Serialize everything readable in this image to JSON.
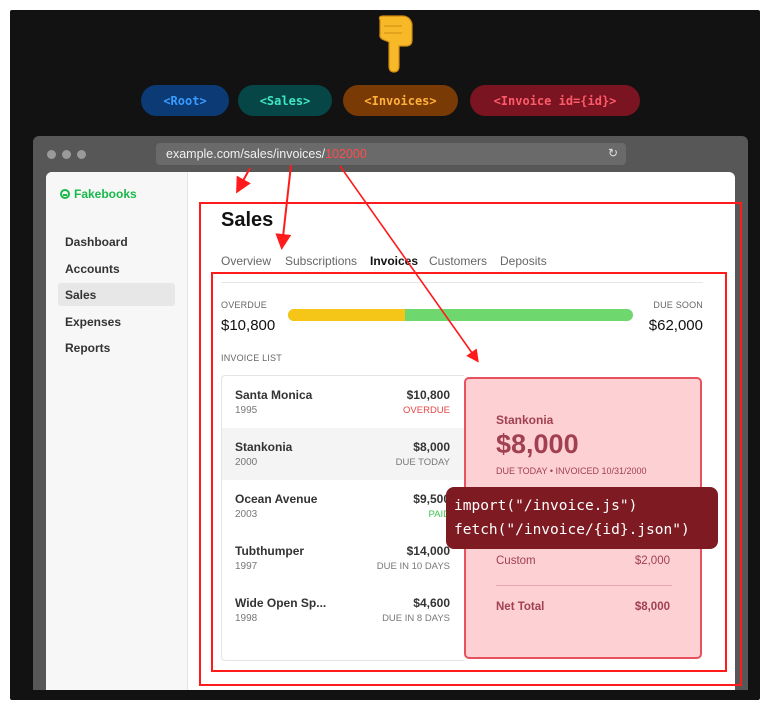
{
  "pills": {
    "root": "<Root>",
    "sales": "<Sales>",
    "invoices": "<Invoices>",
    "invoice": "<Invoice id={id}>"
  },
  "browser": {
    "url_base": "example.com/sales/invoices/",
    "url_id": "102000",
    "reload_icon": "↻"
  },
  "sidebar": {
    "brand": "Fakebooks",
    "items": [
      {
        "label": "Dashboard"
      },
      {
        "label": "Accounts"
      },
      {
        "label": "Sales"
      },
      {
        "label": "Expenses"
      },
      {
        "label": "Reports"
      }
    ],
    "active": "Sales"
  },
  "sales": {
    "title": "Sales",
    "tabs": [
      {
        "label": "Overview"
      },
      {
        "label": "Subscriptions"
      },
      {
        "label": "Invoices"
      },
      {
        "label": "Customers"
      },
      {
        "label": "Deposits"
      }
    ],
    "active_tab": "Invoices"
  },
  "summary": {
    "overdue_label": "OVERDUE",
    "overdue_amount": "$10,800",
    "due_soon_label": "DUE SOON",
    "due_soon_amount": "$62,000",
    "overdue_fraction": 0.34,
    "list_label": "INVOICE LIST"
  },
  "invoices": [
    {
      "name": "Santa Monica",
      "year": "1995",
      "amount": "$10,800",
      "status": "OVERDUE"
    },
    {
      "name": "Stankonia",
      "year": "2000",
      "amount": "$8,000",
      "status": "DUE TODAY"
    },
    {
      "name": "Ocean Avenue",
      "year": "2003",
      "amount": "$9,500",
      "status": "PAID"
    },
    {
      "name": "Tubthumper",
      "year": "1997",
      "amount": "$14,000",
      "status": "DUE IN 10 DAYS"
    },
    {
      "name": "Wide Open Sp...",
      "year": "1998",
      "amount": "$4,600",
      "status": "DUE IN 8 DAYS"
    }
  ],
  "detail": {
    "company": "Stankonia",
    "total": "$8,000",
    "subtitle": "DUE TODAY • INVOICED 10/31/2000",
    "line_label": "Custom",
    "line_value": "$2,000",
    "net_label": "Net Total",
    "net_value": "$8,000"
  },
  "callout": {
    "line1": "import(\"/invoice.js\")",
    "line2": "fetch(\"/invoice/{id}.json\")"
  },
  "colors": {
    "highlight": "#ff1b1b",
    "overdue_bar": "#f5c518",
    "due_soon_bar": "#6ed86e",
    "brand": "#19b84a"
  },
  "icons": {
    "pointer": "pointing-down-hand-icon"
  }
}
